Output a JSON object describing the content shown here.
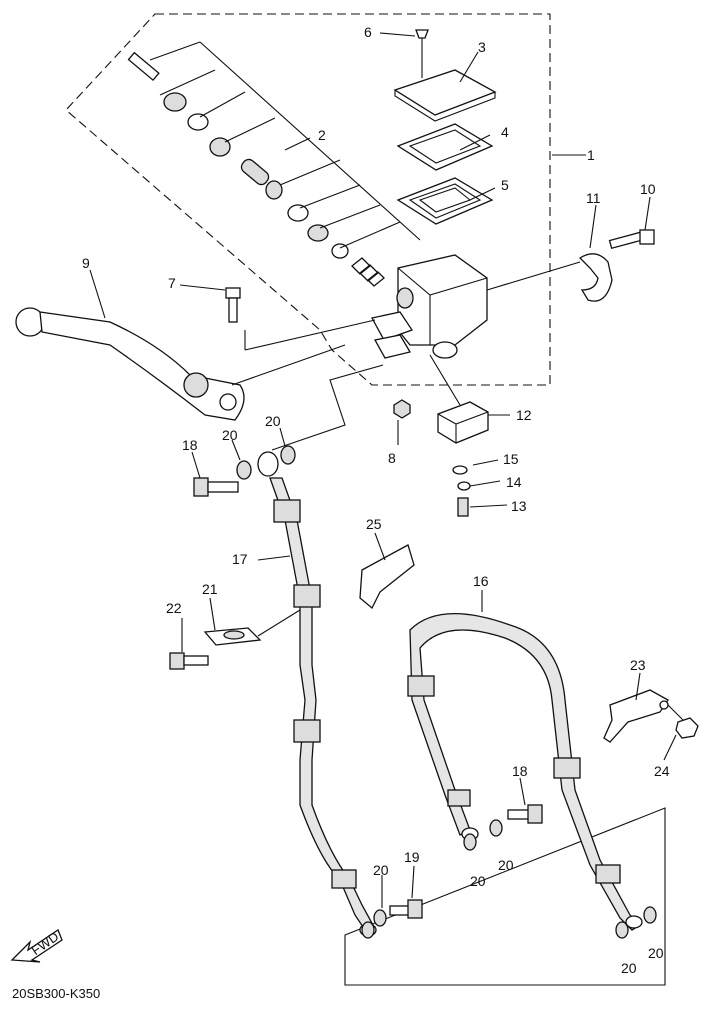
{
  "diagram": {
    "code": "20SB300-K350",
    "fwd_label": "FWD",
    "callouts": {
      "c1": "1",
      "c2": "2",
      "c3": "3",
      "c4": "4",
      "c5": "5",
      "c6": "6",
      "c7": "7",
      "c8": "8",
      "c9": "9",
      "c10": "10",
      "c11": "11",
      "c12": "12",
      "c13": "13",
      "c14": "14",
      "c15": "15",
      "c16": "16",
      "c17": "17",
      "c18a": "18",
      "c18b": "18",
      "c19": "19",
      "c20a": "20",
      "c20b": "20",
      "c20c": "20",
      "c20d": "20",
      "c20e": "20",
      "c20f": "20",
      "c20g": "20",
      "c21": "21",
      "c22": "22",
      "c23": "23",
      "c24": "24",
      "c25": "25"
    }
  }
}
